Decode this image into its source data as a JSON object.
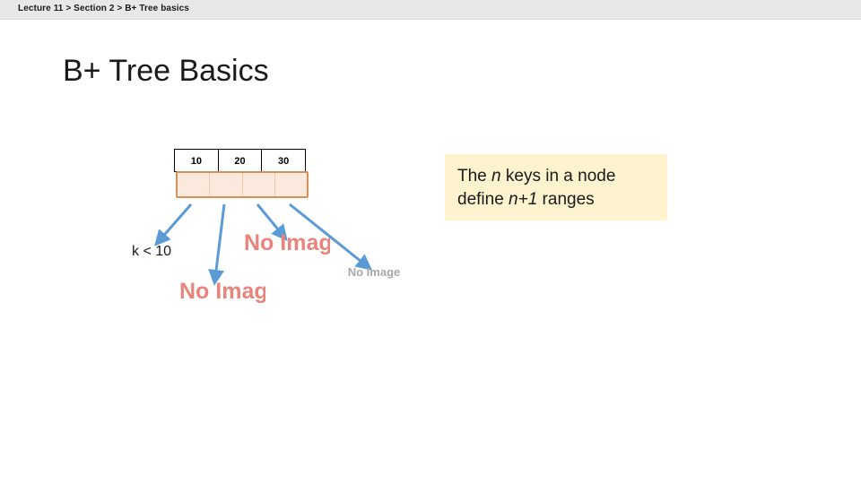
{
  "breadcrumb": {
    "text": "Lecture 11 > Section 2 > B+ Tree basics"
  },
  "title": "B+ Tree Basics",
  "node": {
    "keys": [
      "10",
      "20",
      "30"
    ],
    "pointer_count": 4,
    "border_color": "#d99058",
    "fill_color": "#fce9dd"
  },
  "callout": {
    "line1_a": "The ",
    "line1_n": "n",
    "line1_b": " keys in a node",
    "line2_a": "define ",
    "line2_n": "n+1",
    "line2_b": " ranges",
    "background": "#fdf3cf"
  },
  "labels": {
    "range_a": "k < 10"
  },
  "broken_images": {
    "b": "No Image",
    "c": "No Image",
    "d": "No Image"
  },
  "arrow_color": "#5b9bd5"
}
